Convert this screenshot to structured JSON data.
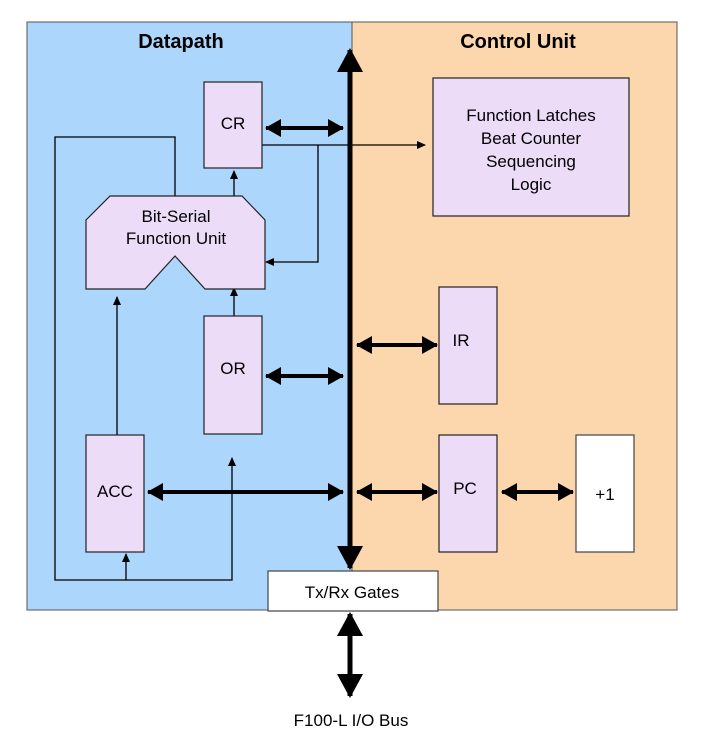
{
  "datapath": {
    "title": "Datapath",
    "color": "#acd6fb"
  },
  "control_unit": {
    "title": "Control Unit",
    "color": "#fcd6ac"
  },
  "blocks": {
    "cr": "CR",
    "function_unit": [
      "Bit-Serial",
      "Function Unit"
    ],
    "or": "OR",
    "acc": "ACC",
    "control_logic": [
      "Function Latches",
      "Beat Counter",
      "Sequencing",
      "Logic"
    ],
    "ir": "IR",
    "pc": "PC",
    "incrementer": "+1",
    "gates": "Tx/Rx Gates"
  },
  "bus_label": "F100-L I/O Bus",
  "block_fill": "#ecdcf8"
}
